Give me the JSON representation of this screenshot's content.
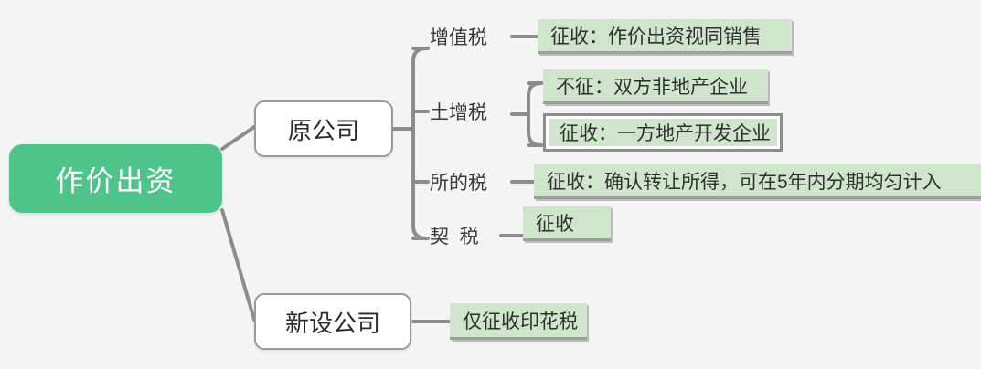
{
  "diagram": {
    "type": "mind-map",
    "title_text": "作价出资",
    "background_color": "#f4f4f4",
    "root_color": "#4ec48a",
    "leaf_color": "#cfe6cc",
    "edge_color": "#8c8c8c",
    "root": {
      "label": "作价出资"
    },
    "branches": [
      {
        "label": "原公司",
        "categories": [
          {
            "label": "增值税",
            "items": [
              {
                "label": "征收：作价出资视同销售"
              }
            ]
          },
          {
            "label": "土增税",
            "items": [
              {
                "label": "不征：双方非地产企业"
              },
              {
                "label": "征收：一方地产开发企业"
              }
            ]
          },
          {
            "label": "所的税",
            "items": [
              {
                "label": "征收：确认转让所得，可在5年内分期均匀计入"
              }
            ]
          },
          {
            "label": "契  税",
            "items": [
              {
                "label": "征收"
              }
            ]
          }
        ]
      },
      {
        "label": "新设公司",
        "categories": [
          {
            "label": "",
            "items": [
              {
                "label": "仅征收印花税"
              }
            ]
          }
        ]
      }
    ]
  }
}
